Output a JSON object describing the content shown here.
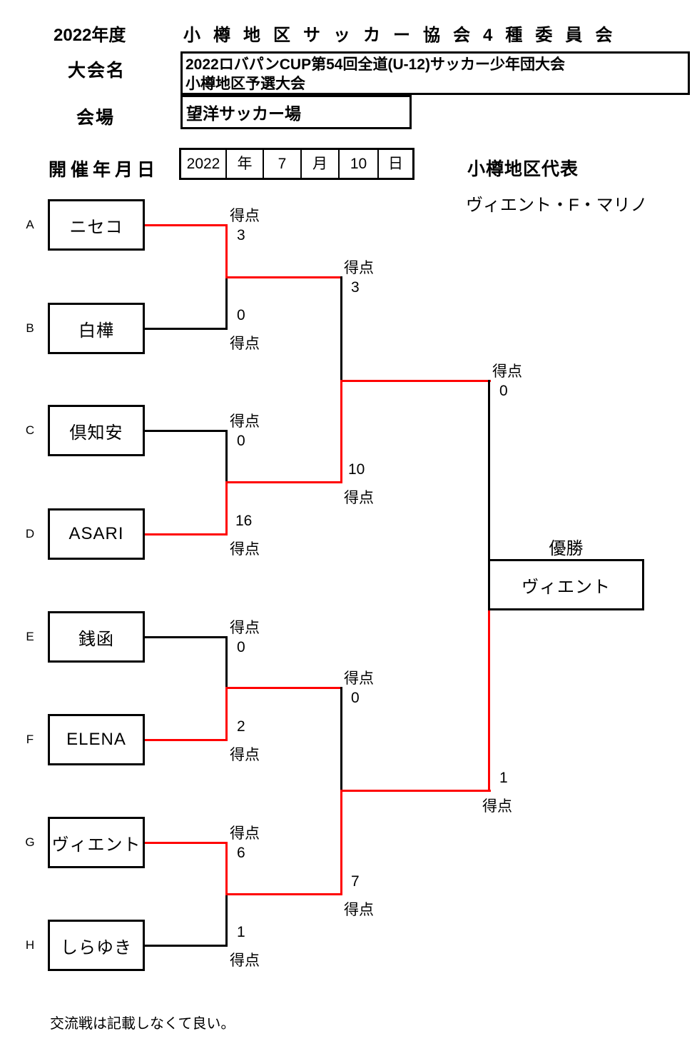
{
  "header": {
    "fiscal_year": "2022年度",
    "committee_title": "小樽地区サッカー協会4種委員会",
    "tournament_label": "大会名",
    "tournament_name_line1": "2022ロバパンCUP第54回全道(U-12)サッカー少年団大会",
    "tournament_name_line2": "小樽地区予選大会",
    "venue_label": "会場",
    "venue_name": "望洋サッカー場",
    "date_label": "開催年月日",
    "date": {
      "year": "2022",
      "year_unit": "年",
      "month": "7",
      "month_unit": "月",
      "day": "10",
      "day_unit": "日"
    },
    "representative_label": "小樽地区代表",
    "representative_name": "ヴィエント・F・マリノ"
  },
  "bracket": {
    "score_label": "得点",
    "teams": [
      {
        "seed": "A",
        "name": "ニセコ",
        "r1_score": "3",
        "r1_winner": true
      },
      {
        "seed": "B",
        "name": "白樺",
        "r1_score": "0",
        "r1_winner": false
      },
      {
        "seed": "C",
        "name": "倶知安",
        "r1_score": "0",
        "r1_winner": false
      },
      {
        "seed": "D",
        "name": "ASARI",
        "r1_score": "16",
        "r1_winner": true
      },
      {
        "seed": "E",
        "name": "銭函",
        "r1_score": "0",
        "r1_winner": false
      },
      {
        "seed": "F",
        "name": "ELENA",
        "r1_score": "2",
        "r1_winner": true
      },
      {
        "seed": "G",
        "name": "ヴィエント",
        "r1_score": "6",
        "r1_winner": true
      },
      {
        "seed": "H",
        "name": "しらゆき",
        "r1_score": "1",
        "r1_winner": false
      }
    ],
    "semifinal1": {
      "top_score": "3",
      "bottom_score": "10",
      "winner": "bottom"
    },
    "semifinal2": {
      "top_score": "0",
      "bottom_score": "7",
      "winner": "bottom"
    },
    "final": {
      "top_score": "0",
      "bottom_score": "1",
      "winner": "bottom"
    },
    "champion_label": "優勝",
    "champion_name": "ヴィエント"
  },
  "footnote": "交流戦は記載しなくて良い。",
  "colors": {
    "winner_line": "#ff0000",
    "line": "#000000"
  }
}
